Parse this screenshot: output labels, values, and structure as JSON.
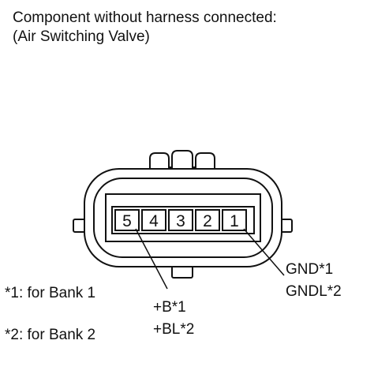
{
  "header": {
    "line1": "Component without harness connected:",
    "line2": "(Air Switching Valve)"
  },
  "connector": {
    "pins": [
      "5",
      "4",
      "3",
      "2",
      "1"
    ]
  },
  "labels": {
    "right_line1": "GND*1",
    "right_line2": "GNDL*2",
    "bottom_line1": "+B*1",
    "bottom_line2": "+BL*2"
  },
  "notes": {
    "note1": "*1: for Bank 1",
    "note2": "*2: for Bank 2"
  }
}
